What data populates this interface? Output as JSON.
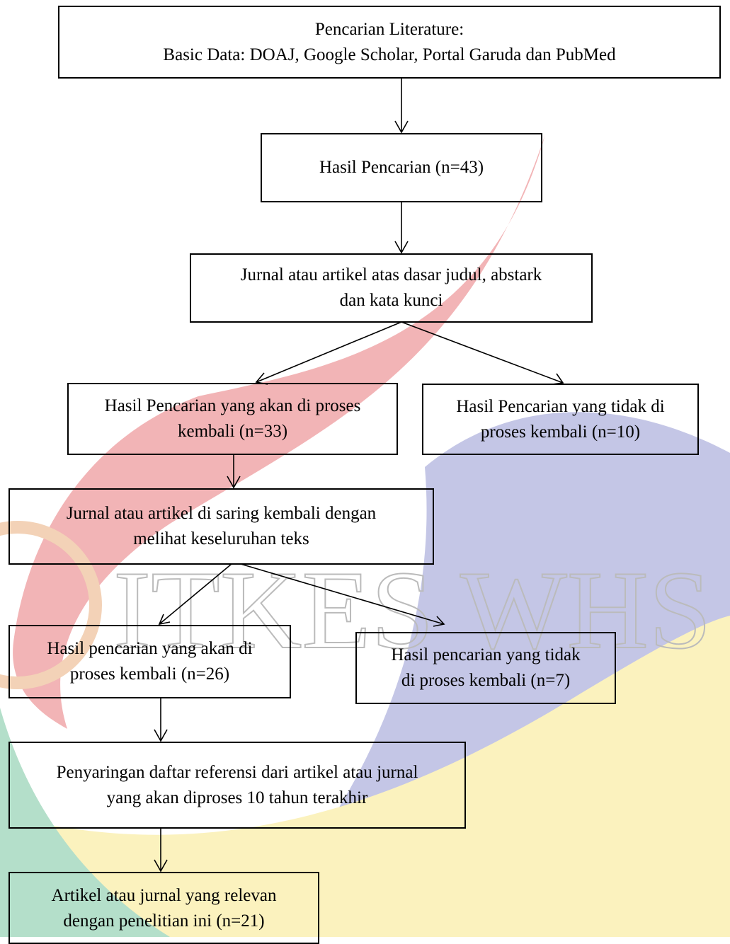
{
  "watermark": {
    "text": "ITKES WHS",
    "colors": {
      "red": "#f2b4b6",
      "blue": "#c4c6e6",
      "yellow": "#fbf2be",
      "green": "#b4dfca",
      "text": "#bbbbbb"
    }
  },
  "nodes": {
    "search": {
      "line1": "Pencarian Literature:",
      "line2": "Basic Data: DOAJ, Google Scholar, Portal Garuda dan PubMed"
    },
    "results": {
      "line1": "Hasil Pencarian (n=43)"
    },
    "screening_title": {
      "line1": "Jurnal atau artikel atas dasar judul, abstark",
      "line2": "dan kata kunci"
    },
    "processed_33": {
      "line1": "Hasil Pencarian yang akan di proses",
      "line2": "kembali (n=33)"
    },
    "excluded_10": {
      "line1": "Hasil Pencarian yang tidak di",
      "line2": "proses kembali (n=10)"
    },
    "fulltext": {
      "line1": "Jurnal atau artikel di saring kembali dengan",
      "line2": "melihat keseluruhan teks"
    },
    "processed_26": {
      "line1": "Hasil pencarian yang akan di",
      "line2": "proses kembali (n=26)"
    },
    "excluded_7": {
      "line1": "Hasil pencarian yang tidak",
      "line2": "di proses kembali (n=7)"
    },
    "reference_filter": {
      "line1": "Penyaringan daftar referensi dari artikel atau jurnal",
      "line2": "yang akan diproses 10 tahun terakhir"
    },
    "relevant_21": {
      "line1": "Artikel atau jurnal yang relevan",
      "line2": "dengan penelitian ini (n=21)"
    }
  }
}
